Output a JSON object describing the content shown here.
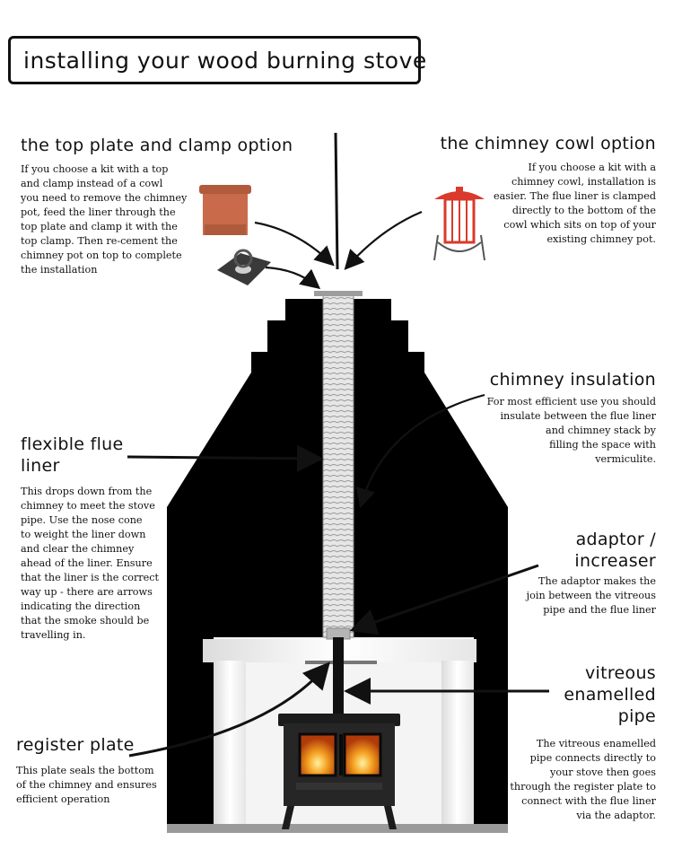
{
  "title": "installing your wood burning stove",
  "sections": {
    "top_plate": {
      "heading": "the top plate and clamp option",
      "lines": [
        "If you choose a kit with a top",
        "and clamp instead of a cowl",
        "you need to remove the chimney",
        "pot, feed the liner through the",
        "top plate and clamp it with the",
        "top clamp.  Then re-cement the",
        "chimney pot on top to complete",
        "the installation"
      ]
    },
    "cowl": {
      "heading": "the chimney cowl option",
      "lines": [
        "If you choose a kit with a",
        "chimney cowl, installation is",
        "easier.  The flue liner is clamped",
        "directly to the bottom of the",
        "cowl which sits on top of your",
        "existing chimney pot."
      ]
    },
    "insulation": {
      "heading": "chimney insulation",
      "lines": [
        "For most efficient use you should",
        "insulate between the flue liner",
        "and chimney stack by",
        "filling the space with",
        "vermiculite."
      ]
    },
    "flue_liner": {
      "heading_lines": [
        "flexible flue",
        "liner"
      ],
      "lines": [
        "This drops down from the",
        "chimney to meet the stove",
        "pipe.  Use the nose cone",
        "to weight the liner down",
        "and clear the chimney",
        "ahead of the liner.  Ensure",
        "that the liner is the correct",
        "way up - there are arrows",
        "indicating the direction",
        "that the smoke should be",
        "travelling in."
      ]
    },
    "adaptor": {
      "heading_lines": [
        "adaptor /",
        "increaser"
      ],
      "lines": [
        "The adaptor makes the",
        "join between the vitreous",
        "pipe and the flue liner"
      ]
    },
    "vitreous": {
      "heading_lines": [
        "vitreous",
        "enamelled",
        "pipe"
      ],
      "lines": [
        "The vitreous enamelled",
        "pipe connects directly to",
        "your stove then goes",
        "through the register plate to",
        "connect with the flue liner",
        "via the adaptor."
      ]
    },
    "register": {
      "heading": "register plate",
      "lines": [
        "This plate seals the bottom",
        "of the chimney and ensures",
        "efficient operation"
      ]
    }
  },
  "colors": {
    "chimney": "#000000",
    "pot": "#c96a4a",
    "cowl": "#d93a2b",
    "liner": "#dcdcdc",
    "stove": "#1c1c1c",
    "fire": "#f0a020",
    "fireplace": "#f2f2f2"
  }
}
